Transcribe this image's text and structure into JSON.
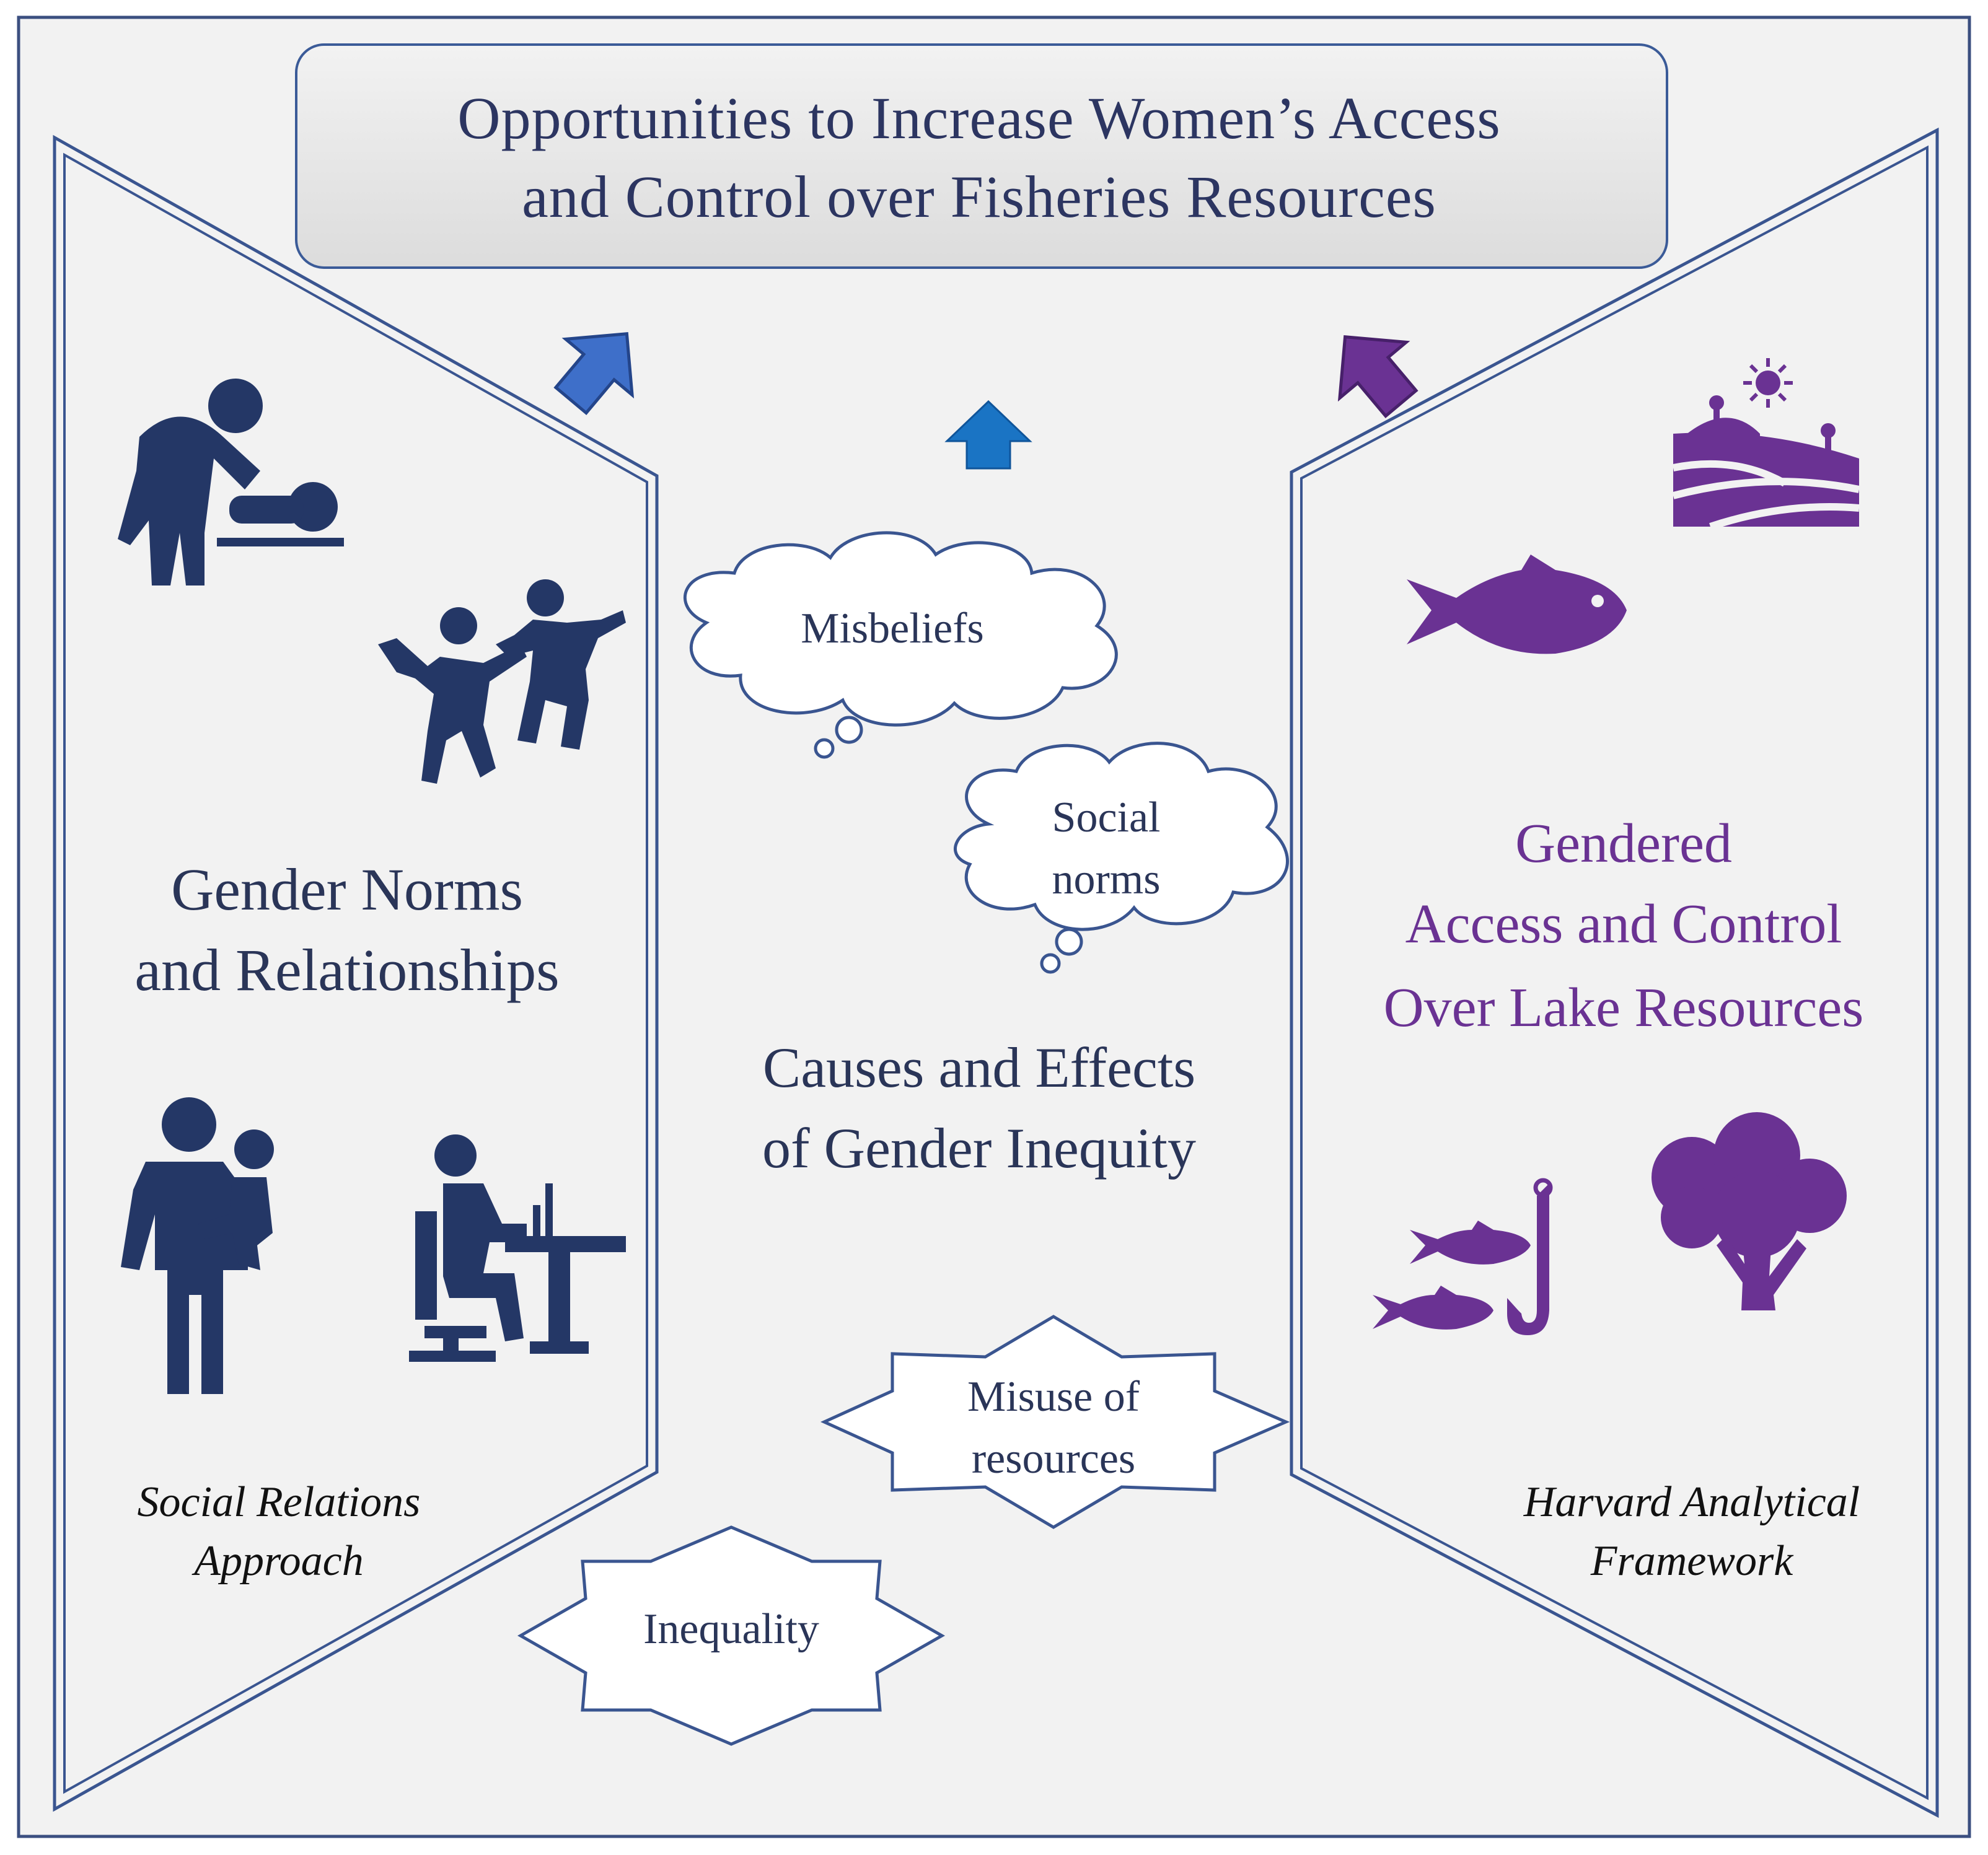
{
  "title": {
    "line1": "Opportunities to Increase Women’s Access",
    "line2": "and Control over Fisheries Resources"
  },
  "left_panel": {
    "title_line1": "Gender Norms",
    "title_line2": "and Relationships",
    "approach_line1": "Social Relations",
    "approach_line2": "Approach",
    "icons": [
      "parent-changing-baby-icon",
      "people-dancing-icon",
      "parent-carrying-child-icon",
      "person-at-desk-icon"
    ],
    "color": "#243766"
  },
  "center": {
    "title_line1": "Causes and Effects",
    "title_line2": "of Gender Inequity",
    "misbeliefs": "Misbeliefs",
    "social_norms_line1": "Social",
    "social_norms_line2": "norms",
    "misuse_line1": "Misuse of",
    "misuse_line2": "resources",
    "inequality": "Inequality"
  },
  "right_panel": {
    "title_line1": "Gendered",
    "title_line2": "Access and Control",
    "title_line3": "Over Lake Resources",
    "framework_line1": "Harvard Analytical",
    "framework_line2": "Framework",
    "icons": [
      "farm-field-sun-icon",
      "fish-icon",
      "fish-and-hook-icon",
      "tree-icon"
    ],
    "color": "#6a3293"
  },
  "colors": {
    "background": "#f2f2f2",
    "panel_border": "#2f4a85",
    "title_box_fill": "#e3e3e3",
    "left_arrow": "#3e6fc9",
    "center_arrow": "#1a74c4",
    "right_arrow": "#6a3293"
  }
}
